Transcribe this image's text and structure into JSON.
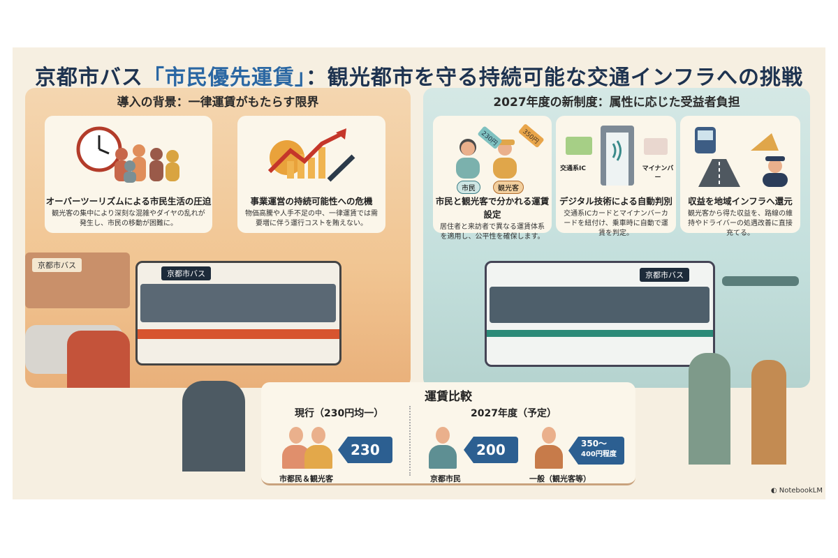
{
  "title": {
    "prefix": "京都市バス",
    "highlight": "「市民優先運賃」",
    "suffix": "：観光都市を守る持続可能な交通インフラへの挑戦"
  },
  "left_panel": {
    "heading": "導入の背景：一律運賃がもたらす限界",
    "cards": [
      {
        "title": "オーバーツーリズムによる市民生活の圧迫",
        "body": "観光客の集中により深刻な混雑やダイヤの乱れが発生し、市民の移動が困難に。",
        "icon": "clock-crowd-icon"
      },
      {
        "title": "事業運営の持続可能性への危機",
        "body": "物価高騰や人手不足の中、一律運賃では需要増に伴う運行コストを賄えない。",
        "icon": "rising-cost-chart-icon"
      }
    ],
    "shop_sign": "京都市バス",
    "bus_sign": "京都市バス"
  },
  "right_panel": {
    "heading": "2027年度の新制度：属性に応じた受益者負担",
    "cards": [
      {
        "title": "市民と観光客で分かれる運賃設定",
        "body": "居住者と来訪者で異なる運賃体系を適用し、公平性を確保します。",
        "icon": "price-tag-people-icon",
        "labels": [
          "市民",
          "観光客"
        ],
        "tags": [
          "230円",
          "350円"
        ]
      },
      {
        "title": "デジタル技術による自動判別",
        "body": "交通系ICカードとマイナンバーカードを紐付け、乗車時に自動で運賃を判定。",
        "icon": "nfc-gate-icon",
        "labels": [
          "交通系IC",
          "マイナンバー"
        ]
      },
      {
        "title": "収益を地域インフラへ還元",
        "body": "観光客から得た収益を、路線の維持やドライバーの処遇改善に直接充てる。",
        "icon": "bus-road-driver-icon"
      }
    ],
    "bus_sign": "京都市バス"
  },
  "comparison": {
    "heading": "運賃比較",
    "current": {
      "label": "現行（230円均一）",
      "price": "230円",
      "caption": "市都民＆観光客"
    },
    "future": {
      "label": "2027年度（予定）",
      "resident": {
        "price": "200円",
        "caption": "京都市民"
      },
      "general": {
        "price_line1": "350〜",
        "price_line2": "400円程度",
        "caption": "一般（観光客等）"
      }
    }
  },
  "watermark": "NotebookLM",
  "colors": {
    "title": "#1e3350",
    "highlight": "#2a67a3",
    "left_panel": "#f1c592",
    "right_panel": "#c3dfdc",
    "price_tag": "#2c5f91"
  }
}
